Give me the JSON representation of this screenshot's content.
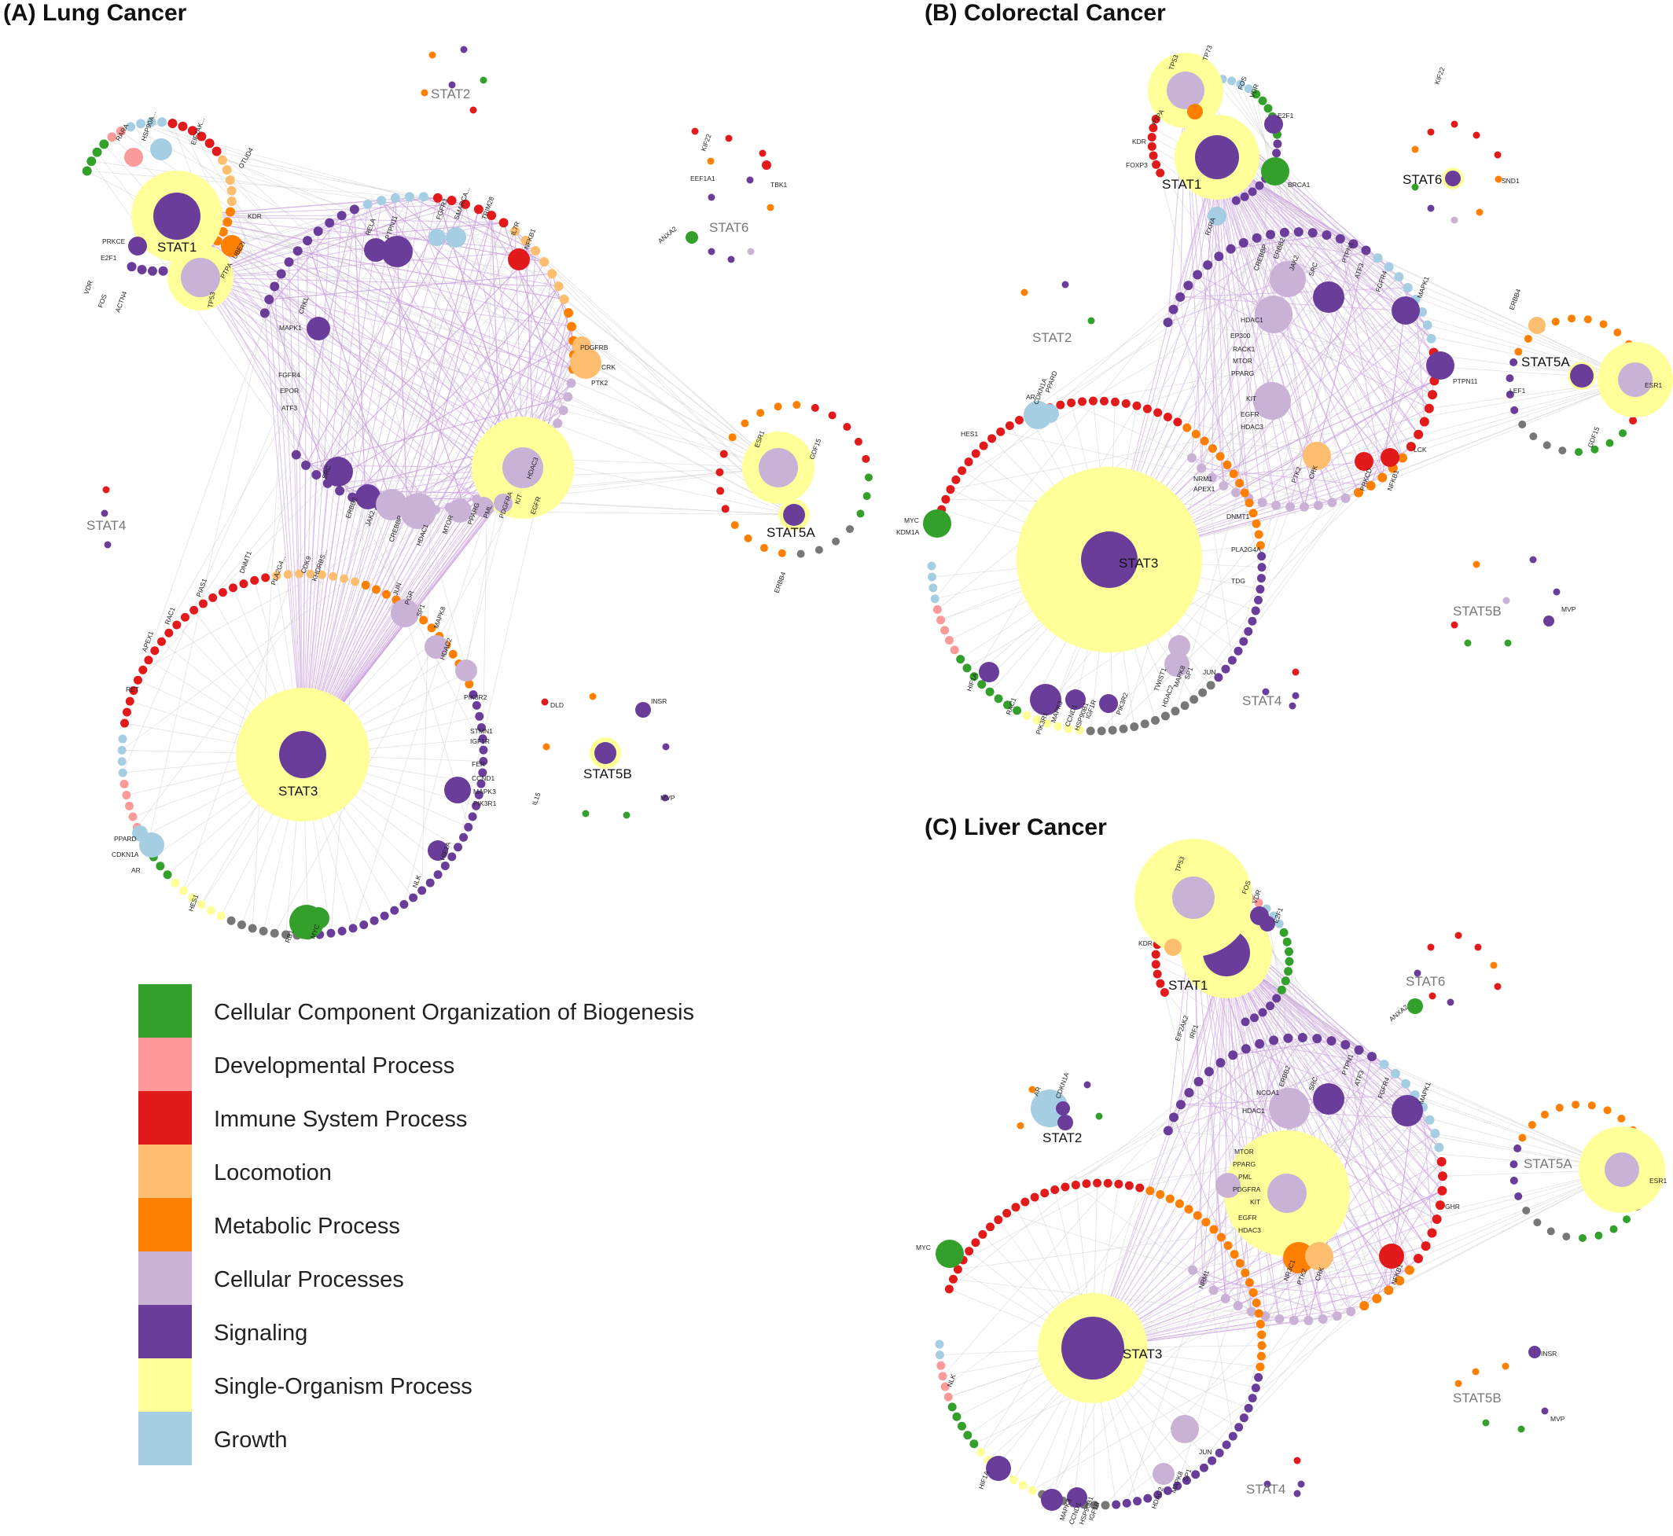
{
  "panels": [
    {
      "title": "(A)  Lung Cancer",
      "hubs": {
        "stat1": "STAT1",
        "stat2": "STAT2",
        "stat3": "STAT3",
        "stat4": "STAT4",
        "stat5a": "STAT5A",
        "stat5b": "STAT5B",
        "stat6": "STAT6"
      },
      "gene_labels": [
        "HSP90A...",
        "EIF2AK...",
        "RARA",
        "OTUD4",
        "KDR",
        "UBE2I",
        "PTPA",
        "TP53",
        "PRKCE",
        "E2F1",
        "VDR",
        "FOS",
        "ACTN4",
        "RELA",
        "PTPN11",
        "FGFR3",
        "SMARCA...",
        "TRIM28",
        "IL7R",
        "NFKB1",
        "PDGFRB",
        "CRK",
        "PTK2",
        "CRKL",
        "MAPK1",
        "FGFR4",
        "EPOR",
        "ATF3",
        "SRC",
        "ERBB2",
        "JAK2",
        "CREBBP",
        "HDAC1",
        "MTOR",
        "PPARG",
        "PML",
        "PDGFRA",
        "KIT",
        "EGFR",
        "HDAC3",
        "ESR1",
        "GDF15",
        "ERBB4",
        "KIF22",
        "EEF1A1",
        "TBK1",
        "ANXA2",
        "DNMT1",
        "PLA2G4...",
        "CDK9",
        "KHDRBS...",
        "PIAS1",
        "RAC1",
        "APEX1",
        "RET",
        "JUN",
        "PGR",
        "SP1",
        "MAPK8",
        "HDAC2",
        "PIK3R2",
        "STMN1",
        "IGF1R",
        "FER",
        "CCND1",
        "MAPK3",
        "PIK3R1",
        "HIF1A",
        "NLK",
        "PPARD",
        "CDKN1A",
        "AR",
        "HES1",
        "RB1",
        "MYC",
        "DLD",
        "INSR",
        "IL15",
        "MVP"
      ]
    },
    {
      "title": "(B)  Colorectal Cancer",
      "hubs": {
        "stat1": "STAT1",
        "stat2": "STAT2",
        "stat3": "STAT3",
        "stat4": "STAT4",
        "stat5a": "STAT5A",
        "stat5b": "STAT5B",
        "stat6": "STAT6"
      },
      "gene_labels": [
        "TP53",
        "TP73",
        "FOS",
        "VDR",
        "E2F1",
        "PTPA",
        "KDR",
        "FOXP3",
        "BRCA1",
        "RXRA",
        "KIF22",
        "SND1",
        "SRC",
        "PTPN1",
        "ATF3",
        "FGFR4",
        "MAPK1",
        "ERBB2",
        "JAK2",
        "CREBBP",
        "HDAC1",
        "EP300",
        "RACK1",
        "MTOR",
        "PPARG",
        "KIT",
        "EGFR",
        "HDAC3",
        "PTPN11",
        "ERBB4",
        "LEF1",
        "ESR1",
        "GDF15",
        "PPARD",
        "CDKN1A",
        "AR",
        "HES1",
        "NRM1",
        "APEX1",
        "PTK2",
        "CRK",
        "PRKCD",
        "NFKB1",
        "LCK",
        "MYC",
        "KDM1A",
        "DNMT1",
        "PLA2G4A",
        "TDG",
        "HIF1A",
        "RAC1",
        "PIK3R1",
        "MAPK3",
        "CCND1",
        "HSP90B1",
        "IGF1R",
        "PIK3R2",
        "TWIST1",
        "HDAC2",
        "MAPK8",
        "SP1",
        "JUN",
        "MVP"
      ]
    },
    {
      "title": "(C)  Liver Cancer",
      "hubs": {
        "stat1": "STAT1",
        "stat2": "STAT2",
        "stat3": "STAT3",
        "stat4": "STAT4",
        "stat5a": "STAT5A",
        "stat5b": "STAT5B",
        "stat6": "STAT6"
      },
      "gene_labels": [
        "TP53",
        "FOS",
        "VDR",
        "E2F1",
        "KDR",
        "EIF2AK2",
        "IRF1",
        "ANXA2",
        "SRC",
        "PTPN1",
        "ATF3",
        "FGFR4",
        "MAPK1",
        "ERBB2",
        "NCOA1",
        "HDAC1",
        "MTOR",
        "PPARG",
        "PML",
        "PDGFRA",
        "KIT",
        "EGFR",
        "HDAC3",
        "GHR",
        "ESR1",
        "AR",
        "CDKN1A",
        "NRM1",
        "NR3C1",
        "PTK2",
        "CRK",
        "NFKB1",
        "MYC",
        "NLK",
        "HIF1A",
        "MAPK3",
        "CCND1",
        "HSP90B1",
        "IGF1R",
        "HDAC2",
        "MAPK8",
        "SP1",
        "JUN",
        "INSR",
        "MVP"
      ]
    }
  ],
  "legend": [
    {
      "label": "Cellular Component Organization of Biogenesis",
      "color": "#33a02c"
    },
    {
      "label": "Developmental Process",
      "color": "#fb9a99"
    },
    {
      "label": "Immune System Process",
      "color": "#e31a1c"
    },
    {
      "label": "Locomotion",
      "color": "#fdbf6f"
    },
    {
      "label": "Metabolic Process",
      "color": "#ff7f00"
    },
    {
      "label": "Cellular Processes",
      "color": "#cab2d6"
    },
    {
      "label": "Signaling",
      "color": "#6a3d9a"
    },
    {
      "label": "Single-Organism Process",
      "color": "#ffff99"
    },
    {
      "label": "Growth",
      "color": "#a6cee3"
    }
  ],
  "colors": {
    "green": "#33a02c",
    "pink": "#fb9a99",
    "red": "#e31a1c",
    "lightorange": "#fdbf6f",
    "orange": "#ff7f00",
    "lavender": "#cab2d6",
    "purple": "#6a3d9a",
    "yellow": "#ffff99",
    "blue": "#a6cee3",
    "grey": "#777777",
    "edge_purple": "#c99be0",
    "edge_grey": "#cccccc"
  }
}
